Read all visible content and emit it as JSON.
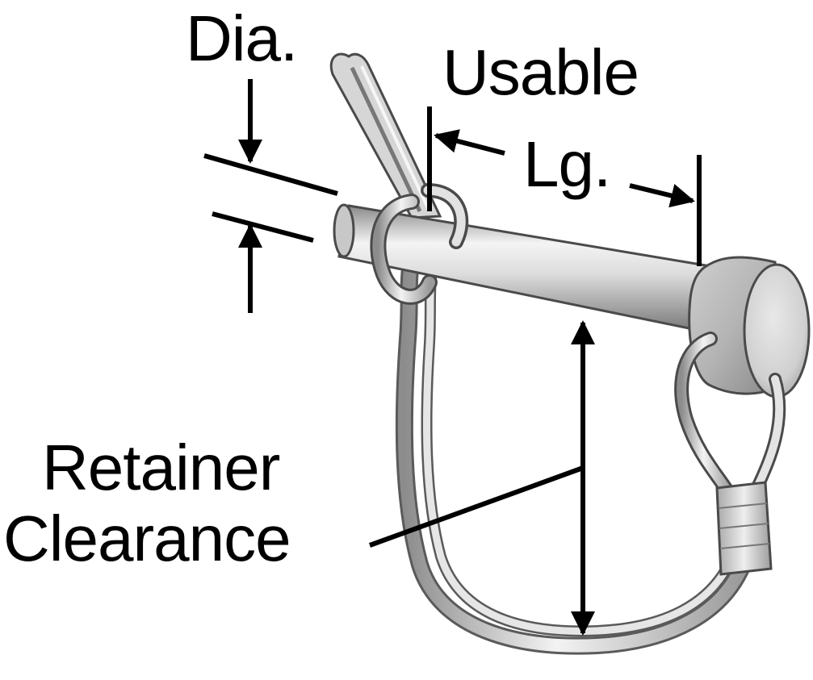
{
  "labels": {
    "diameter": "Dia.",
    "usable_line1": "Usable",
    "usable_line2": "Lg.",
    "retainer_line1": "Retainer",
    "retainer_line2": "Clearance"
  },
  "colors": {
    "text": "#000000",
    "metal_light": "#f2f2f2",
    "metal_mid": "#bdbdbd",
    "metal_dark": "#6e6e6e",
    "outline": "#4a4a4a"
  },
  "icons": [
    "hitch-pin-clip-illustration",
    "dimension-arrow"
  ]
}
